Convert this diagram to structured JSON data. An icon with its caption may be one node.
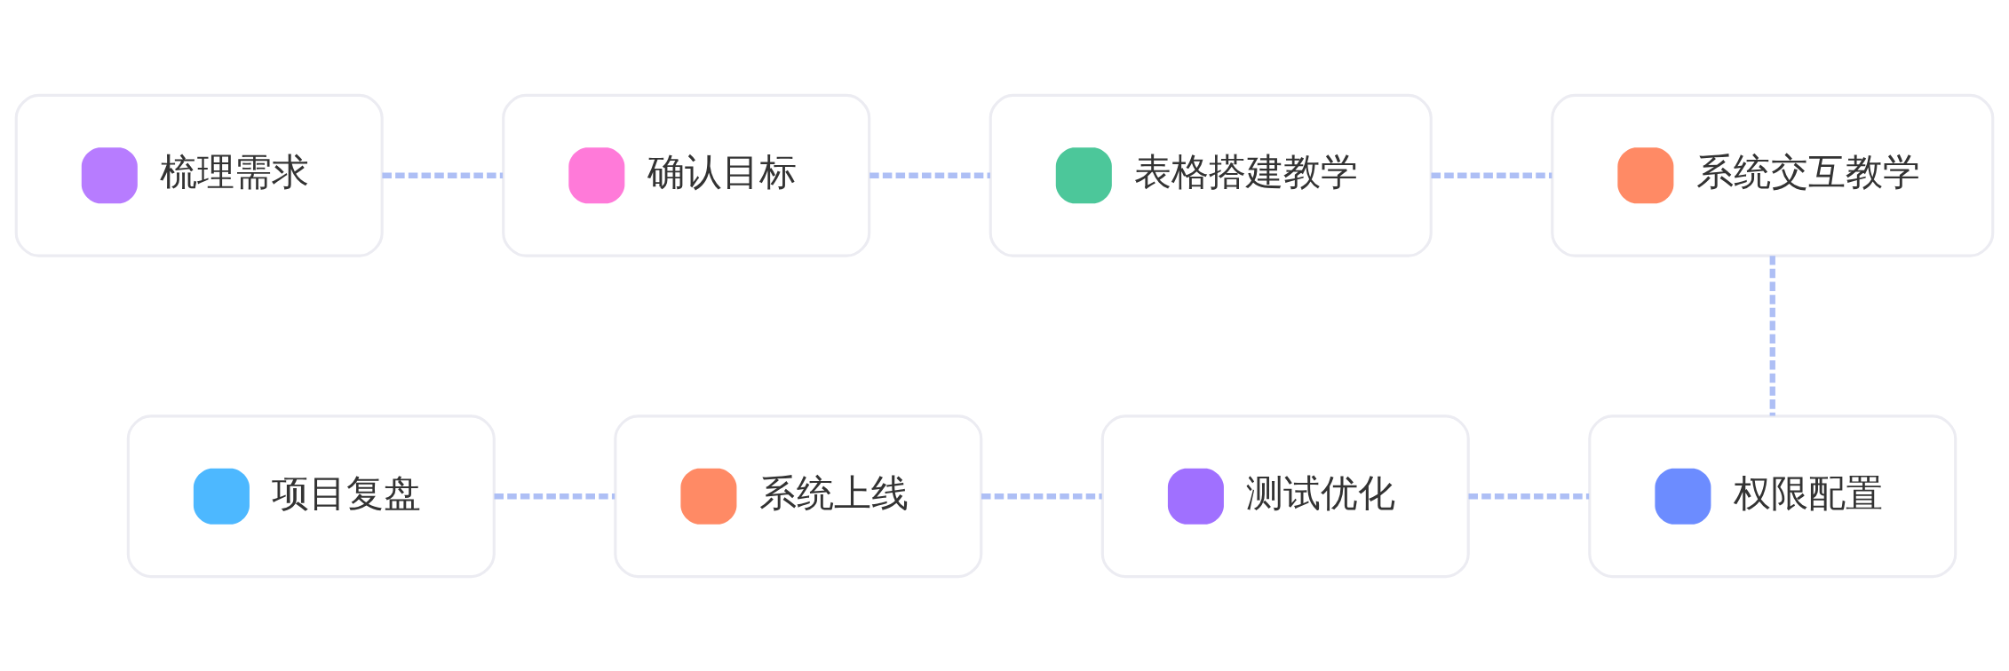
{
  "diagram": {
    "nodes": [
      {
        "text": [
          "梳理需求"
        ]
      },
      {
        "text": [
          "确认目标"
        ]
      },
      {
        "text": [
          "表格搭建教学"
        ]
      },
      {
        "text": [
          "系统交互教学"
        ]
      },
      {
        "text": [
          "权限配置"
        ]
      },
      {
        "text": [
          "测试优化"
        ]
      },
      {
        "text": [
          "系统上线"
        ]
      },
      {
        "text": [
          "项目复盘"
        ]
      }
    ],
    "edges": [
      {
        "from": 0,
        "to": 1,
        "arrow": "none",
        "style": "dashed"
      },
      {
        "from": 1,
        "to": 2,
        "arrow": "none",
        "style": "dashed"
      },
      {
        "from": 2,
        "to": 3,
        "arrow": "none",
        "style": "dashed"
      },
      {
        "from": 3,
        "to": 4,
        "arrow": "none",
        "style": "dashed"
      },
      {
        "from": 4,
        "to": 5,
        "arrow": "none",
        "style": "dashed"
      },
      {
        "from": 5,
        "to": 6,
        "arrow": "none",
        "style": "dashed"
      },
      {
        "from": 6,
        "to": 7,
        "arrow": "none",
        "style": "dashed"
      }
    ]
  }
}
